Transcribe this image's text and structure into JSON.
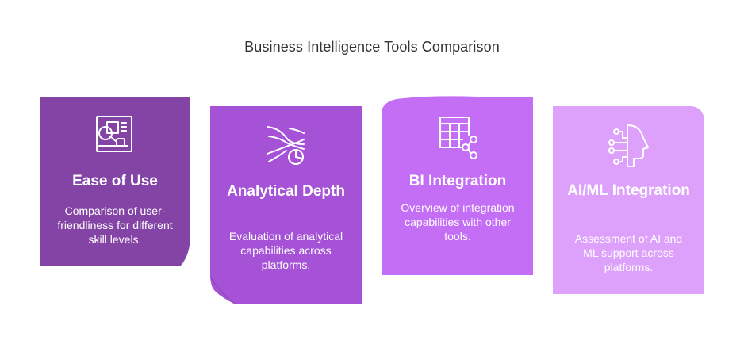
{
  "title": "Business Intelligence Tools Comparison",
  "cards": [
    {
      "heading": "Ease of Use",
      "description": "Comparison of user-friendliness for different skill levels.",
      "icon": "interface-design-icon",
      "color": "#8444a5"
    },
    {
      "heading": "Analytical Depth",
      "description": "Evaluation of analytical capabilities across platforms.",
      "icon": "data-flow-chart-icon",
      "color": "#a552d6"
    },
    {
      "heading": "BI Integration",
      "description": "Overview of integration capabilities with other tools.",
      "icon": "table-share-icon",
      "color": "#c46df5"
    },
    {
      "heading": "AI/ML Integration",
      "description": "Assessment of AI and ML support across platforms.",
      "icon": "ai-head-icon",
      "color": "#dda0fb"
    }
  ]
}
